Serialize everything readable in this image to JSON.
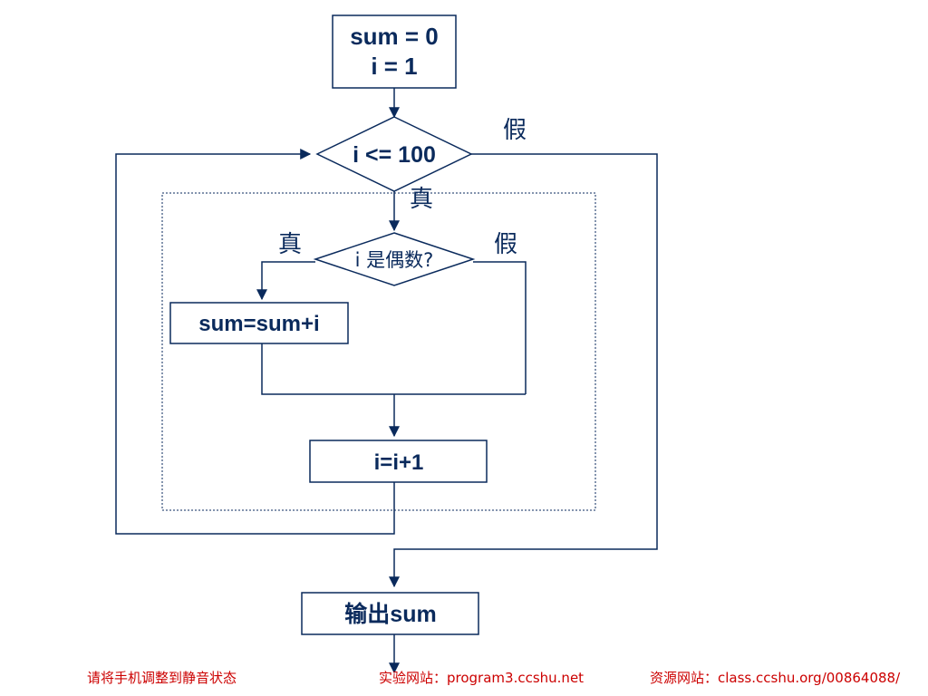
{
  "diagram": {
    "nodes": {
      "init": {
        "lines": [
          "sum = 0",
          "i = 1"
        ]
      },
      "loop_condition": {
        "text": "i <= 100"
      },
      "even_condition": {
        "text": "i 是偶数?"
      },
      "add_step": {
        "text": "sum=sum+i"
      },
      "increment_step": {
        "text": "i=i+1"
      },
      "output_step": {
        "text": "输出sum"
      }
    },
    "edge_labels": {
      "loop_false": "假",
      "loop_true": "真",
      "even_true": "真",
      "even_false": "假"
    }
  },
  "footer": {
    "left": "请将手机调整到静音状态",
    "middle": "实验网站：program3.ccshu.net",
    "right": "资源网站：class.ccshu.org/00864088/"
  },
  "colors": {
    "line": "#0a2a5c",
    "text": "#0a2a5c",
    "footer": "#cc0000"
  }
}
